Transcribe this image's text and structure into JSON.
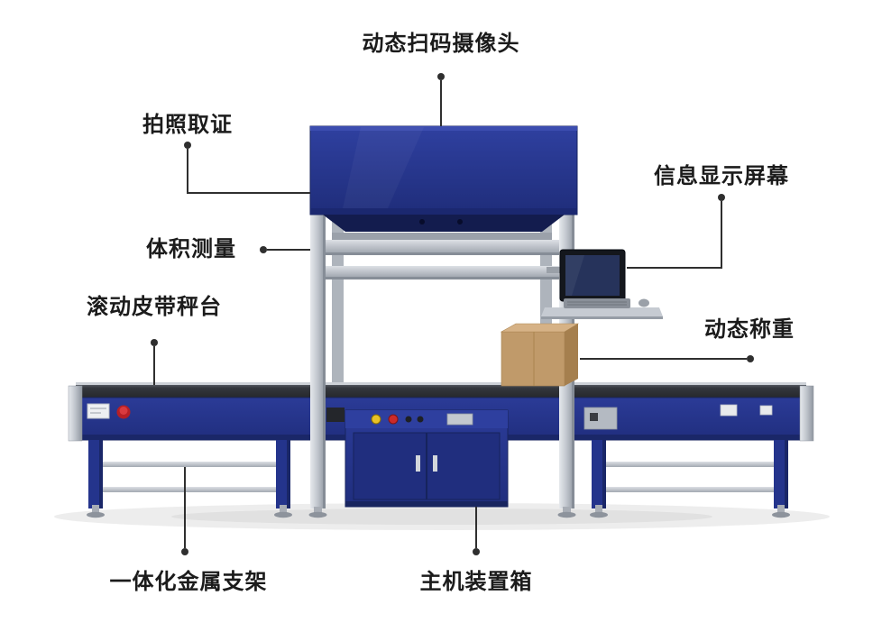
{
  "labels": {
    "scan_camera": "动态扫码摄像头",
    "photo_capture": "拍照取证",
    "info_display": "信息显示屏幕",
    "volume_measure": "体积测量",
    "belt_scale": "滚动皮带秤台",
    "dynamic_weighing": "动态称重",
    "metal_frame": "一体化金属支架",
    "main_unit_box": "主机装置箱"
  },
  "colors": {
    "background": "#ffffff",
    "machine_blue": "#26368e",
    "machine_blue_dark": "#1d2b74",
    "frame_silver": "#c6cbd2",
    "belt_dark": "#33363b",
    "parcel_tan": "#c09a6a",
    "estop_red": "#b51f26",
    "button_yellow": "#e9c227",
    "label_text": "#1b1b1b",
    "leader_line": "#2f2f2f"
  }
}
